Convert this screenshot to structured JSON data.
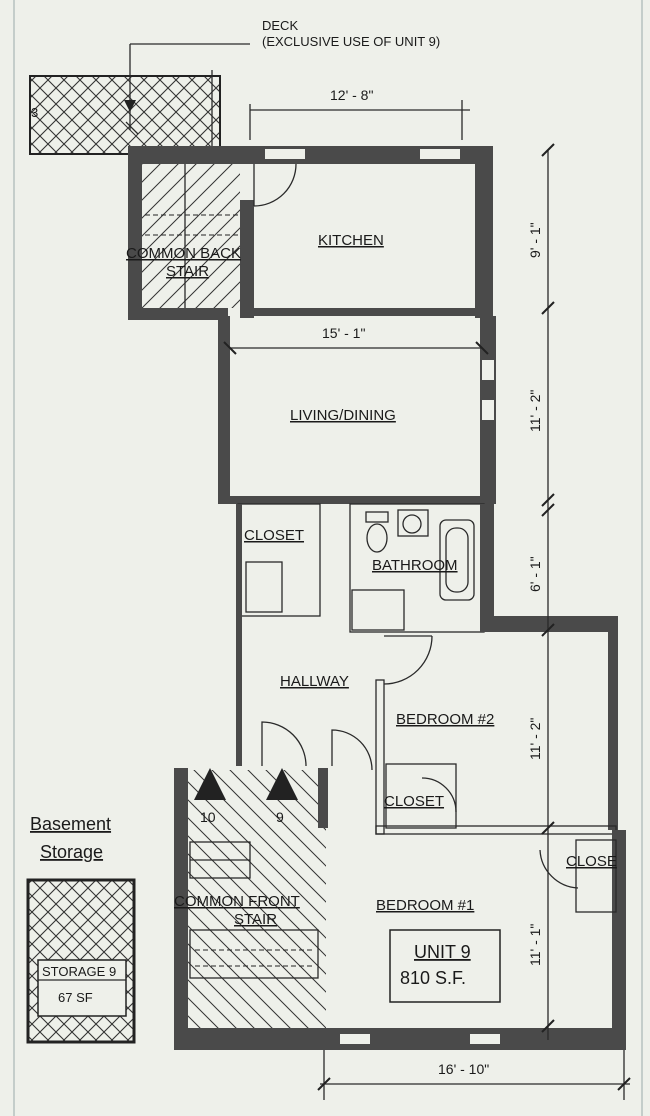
{
  "deck": {
    "title": "DECK",
    "subtitle": "(EXCLUSIVE USE OF UNIT 9)"
  },
  "rooms": {
    "kitchen": "KITCHEN",
    "common_back_stair_1": "COMMON BACK",
    "common_back_stair_2": "STAIR",
    "living_dining": "LIVING/DINING",
    "closet_hall": "CLOSET",
    "bathroom": "BATHROOM",
    "hallway": "HALLWAY",
    "bedroom2": "BEDROOM #2",
    "closet_bed2": "CLOSET",
    "closet_bed1": "CLOSE",
    "bedroom1": "BEDROOM #1",
    "common_front_stair_1": "COMMON FRONT",
    "common_front_stair_2": "STAIR"
  },
  "dimensions": {
    "kitchen_width": "12' - 8\"",
    "living_width": "15' - 1\"",
    "kitchen_depth": "9' - 1\"",
    "living_depth": "11' - 2\"",
    "bath_depth": "6' - 1\"",
    "bed2_depth": "11' - 2\"",
    "bed1_depth": "11' - 1\"",
    "overall_width": "16' - 10\""
  },
  "stair_numbers": [
    "10",
    "9"
  ],
  "unit": {
    "name": "UNIT 9",
    "area": "810 S.F."
  },
  "basement": {
    "title_1": "Basement",
    "title_2": "Storage",
    "storage_label": "STORAGE 9",
    "storage_area": "67 SF"
  },
  "deck_mark": "3"
}
